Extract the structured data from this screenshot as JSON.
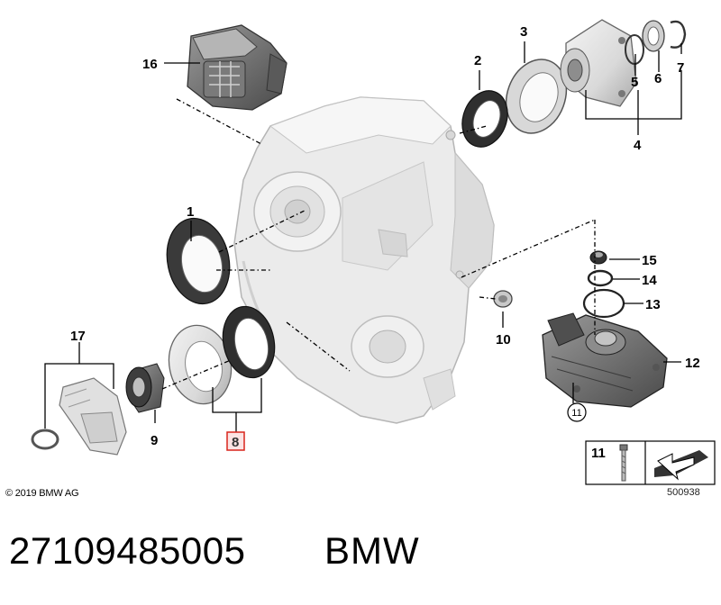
{
  "callouts": {
    "c1": "1",
    "c2": "2",
    "c3": "3",
    "c4": "4",
    "c5": "5",
    "c6": "6",
    "c7": "7",
    "c8": "8",
    "c9": "9",
    "c10": "10",
    "c11": "11",
    "c12": "12",
    "c13": "13",
    "c14": "14",
    "c15": "15",
    "c16": "16",
    "c17": "17"
  },
  "highlighted_callout": "8",
  "legend_box": {
    "item_number": "11"
  },
  "circled_label": "11",
  "copyright": "© 2019 BMW AG",
  "diagram_number": "500938",
  "part_number": "27109485005",
  "brand": "BMW",
  "colors": {
    "highlight": "#d9251c",
    "part_fill": "#e6e6e6",
    "part_shadow": "#9a9a9a",
    "seal_dark": "#3a3a3a"
  }
}
